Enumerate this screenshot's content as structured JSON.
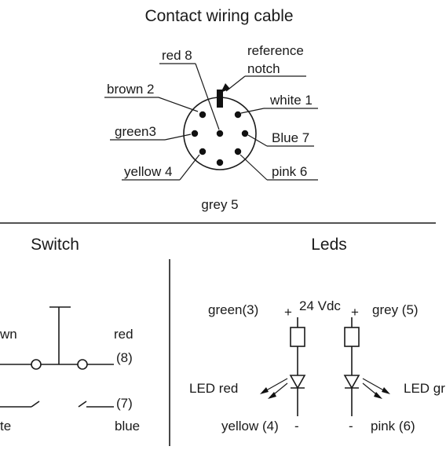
{
  "header": {
    "title": "Contact wiring cable"
  },
  "connector": {
    "labels": {
      "red": "red 8",
      "reference_line1": "reference",
      "reference_line2": "notch",
      "brown": "brown 2",
      "white": "white 1",
      "green": "green3",
      "blue": "Blue 7",
      "yellow": "yellow 4",
      "pink": "pink 6",
      "grey": "grey 5"
    }
  },
  "switch_section": {
    "title": "Switch",
    "labels": {
      "brown_partial": "wn",
      "red": "red",
      "pin8": "(8)",
      "pin7": "(7)",
      "white_partial": "te",
      "blue": "blue"
    }
  },
  "leds_section": {
    "title": "Leds",
    "labels": {
      "green": "green(3)",
      "plus_left": "+",
      "supply": "24 Vdc",
      "plus_right": "+",
      "grey": "grey (5)",
      "led_red": "LED red",
      "led_green_partial": "LED gr",
      "yellow": "yellow (4)",
      "minus_left": "-",
      "minus_right": "-",
      "pink": "pink (6)"
    }
  }
}
